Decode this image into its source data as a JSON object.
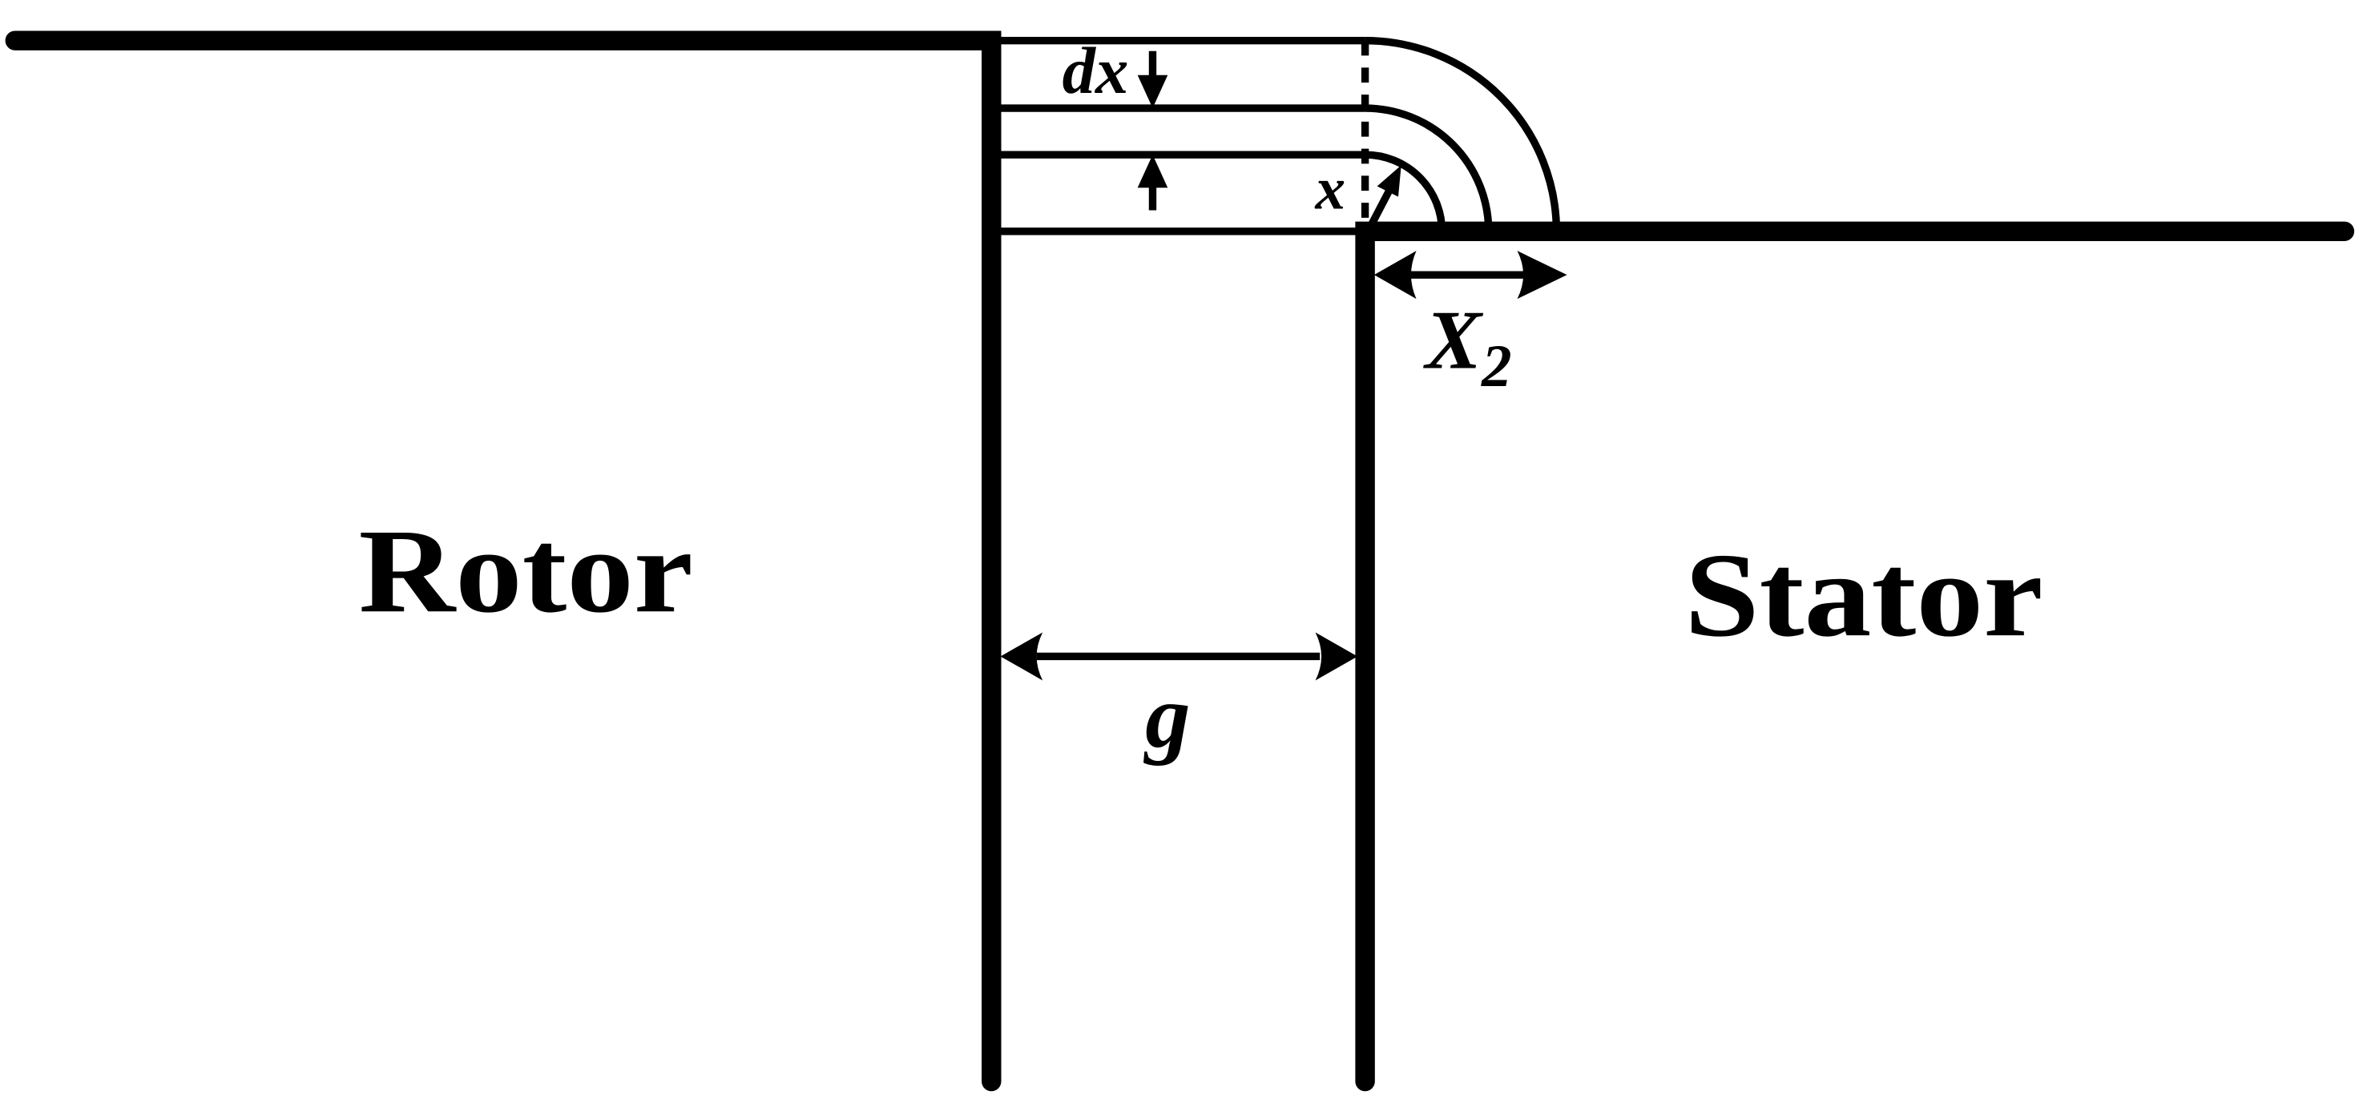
{
  "labels": {
    "rotor": "Rotor",
    "stator": "Stator",
    "gap": "g",
    "dx": "dx",
    "x": "x",
    "x2_base": "X",
    "x2_sub": "2"
  }
}
